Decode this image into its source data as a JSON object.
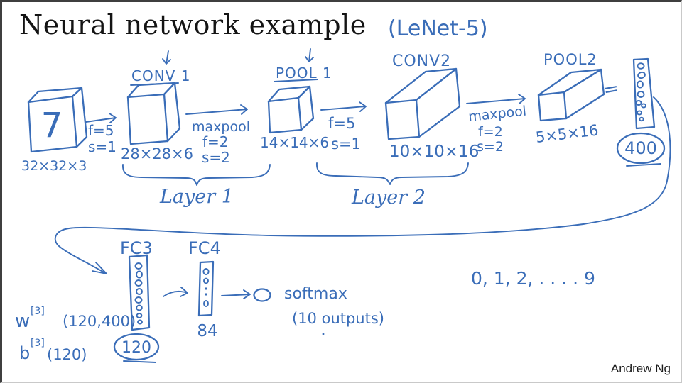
{
  "colors": {
    "ink": "#3a6db8",
    "title_text": "#141414",
    "footer_text": "#1c1c1c"
  },
  "header": {
    "title": "Neural network example",
    "annotation": "(LeNet-5)"
  },
  "footer": {
    "author": "Andrew Ng"
  },
  "network": {
    "input": {
      "digit": "7",
      "dims": "32×32×3"
    },
    "arrow1": {
      "f": "f=5",
      "s": "s=1"
    },
    "conv1": {
      "label": "CONV 1",
      "dims": "28×28×6"
    },
    "arrow2": {
      "op": "maxpool",
      "f": "f=2",
      "s": "s=2"
    },
    "pool1": {
      "label": "POOL 1",
      "dims": "14×14×6"
    },
    "arrow3": {
      "f": "f=5",
      "s": "s=1"
    },
    "conv2": {
      "label": "CONV2",
      "dims": "10×10×16"
    },
    "arrow4": {
      "op": "maxpool",
      "f": "f=2",
      "s": "s=2"
    },
    "pool2": {
      "label": "POOL2",
      "dims": "5×5×16"
    },
    "flatten": {
      "equals": "=",
      "size": "400"
    },
    "braces": {
      "layer1": "Layer 1",
      "layer2": "Layer 2"
    },
    "fc3": {
      "label": "FC3",
      "units": "120"
    },
    "fc4": {
      "label": "FC4",
      "units": "84"
    },
    "params": {
      "w_base": "w",
      "w_sup": "[3]",
      "w_shape": "(120,400)",
      "b_base": "b",
      "b_sup": "[3]",
      "b_shape": "(120)"
    },
    "output": {
      "activation": "softmax",
      "note": "(10 outputs)",
      "classes": "0, 1, 2, . . . .  9"
    }
  }
}
